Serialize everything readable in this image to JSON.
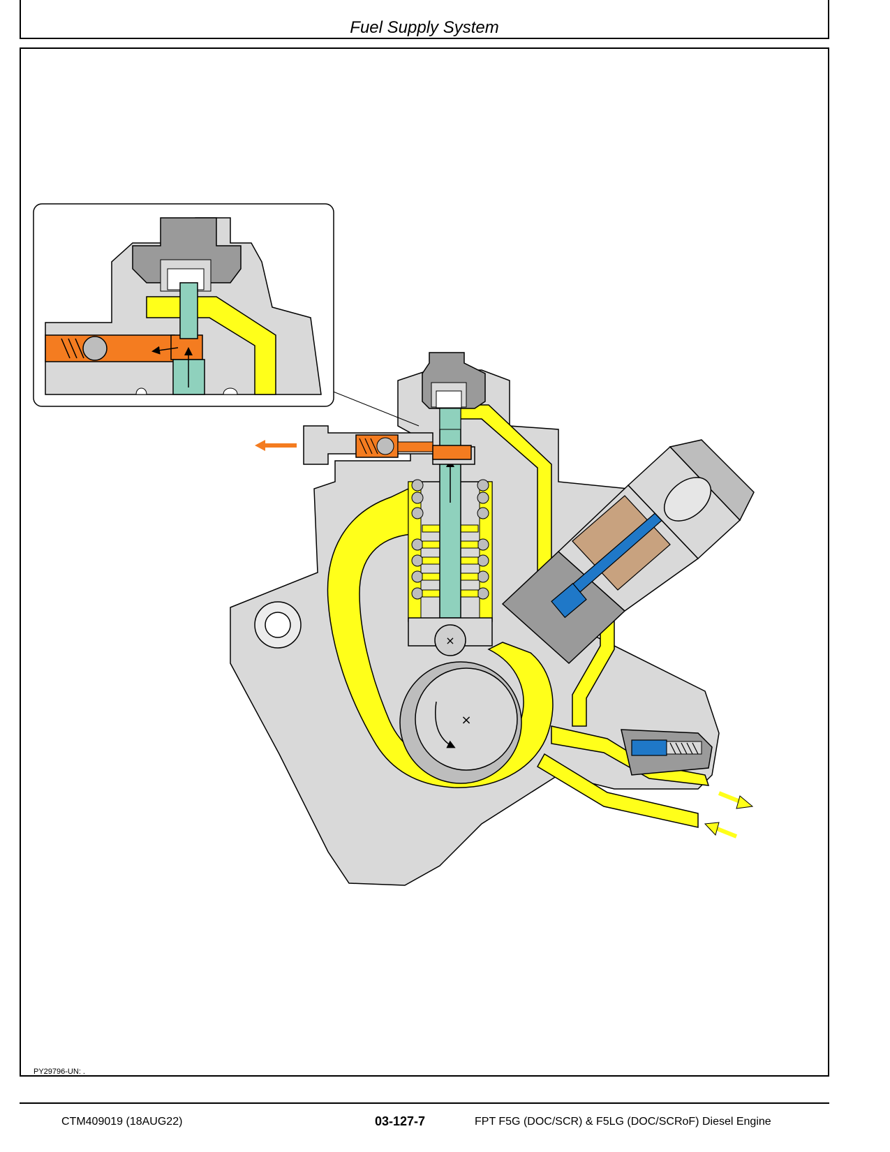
{
  "header": {
    "title": "Fuel Supply System"
  },
  "figure": {
    "id": "PY29796-UN: ."
  },
  "footer": {
    "doc_number": "CTM409019 (18AUG22)",
    "page_number": "03-127-7",
    "engine": "FPT F5G (DOC/SCR) & F5LG (DOC/SCRoF) Diesel Engine"
  },
  "colors": {
    "housing": "#d9d9d9",
    "low_pressure_fuel": "#ffff1a",
    "high_pressure_fuel": "#f47c20",
    "plunger": "#8fd1bd",
    "valve_blue": "#1f78c8",
    "dark_gray": "#9a9a9a",
    "coil_brown": "#c8a27f"
  },
  "icons": [
    "flow-arrow-icon",
    "rotation-arrow-icon",
    "center-mark-icon"
  ]
}
